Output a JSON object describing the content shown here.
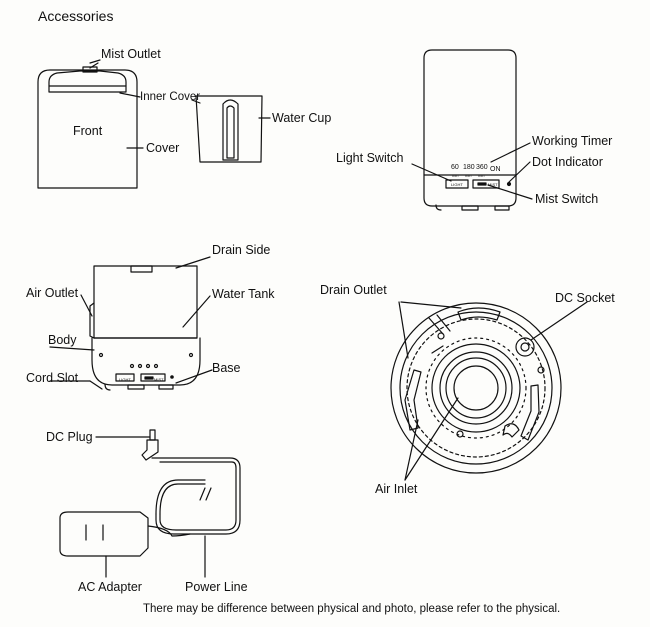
{
  "title": "Accessories",
  "footnote": "There may be difference between physical and photo, please refer to the physical.",
  "labels": {
    "mist_outlet": "Mist Outlet",
    "inner_cover": "Inner Cover",
    "front": "Front",
    "cover": "Cover",
    "water_cup": "Water Cup",
    "working_timer": "Working Timer",
    "light_switch": "Light Switch",
    "dot_indicator": "Dot Indicator",
    "mist_switch": "Mist Switch",
    "drain_side": "Drain Side",
    "air_outlet": "Air Outlet",
    "water_tank": "Water Tank",
    "body": "Body",
    "base": "Base",
    "cord_slot": "Cord Slot",
    "drain_outlet": "Drain Outlet",
    "dc_socket": "DC Socket",
    "air_inlet": "Air Inlet",
    "dc_plug": "DC Plug",
    "ac_adapter": "AC Adapter",
    "power_line": "Power Line"
  },
  "panel": {
    "timer_60": "60",
    "timer_180": "180",
    "timer_360": "360",
    "timer_unit": "min",
    "on": "ON",
    "light_btn": "LIGHT",
    "mist_btn": "MIST"
  }
}
